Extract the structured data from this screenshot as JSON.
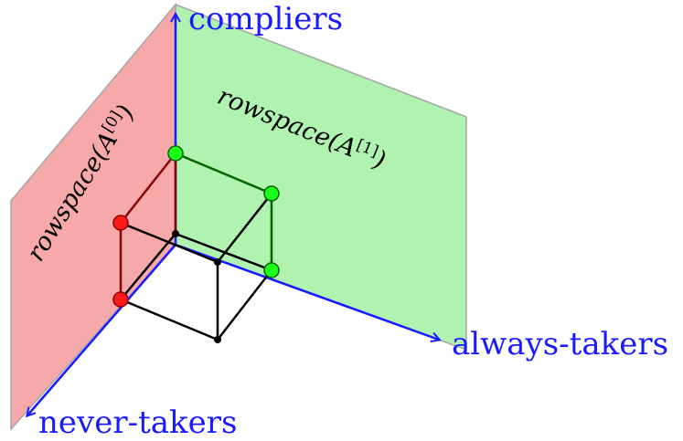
{
  "axes": {
    "compliers": "compliers",
    "always_takers": "always-takers",
    "never_takers": "never-takers"
  },
  "planes": {
    "rowspace_a0": {
      "prefix": "rowspace(A",
      "superscript": "[0]",
      "suffix": ")"
    },
    "rowspace_a1": {
      "prefix": "rowspace(A",
      "superscript": "[1]",
      "suffix": ")"
    }
  },
  "colors": {
    "axis": "#1a1aff",
    "axis_label": "#1a1aff",
    "red_plane_fill": "#f7a9a9",
    "green_plane_fill": "#b0f2b0",
    "plane_border": "#a6a6a6",
    "red_edge": "#8b0000",
    "green_edge": "#006400",
    "black_edge": "#000000",
    "red_point": "#ff1a1a",
    "green_point": "#1aff1a"
  }
}
